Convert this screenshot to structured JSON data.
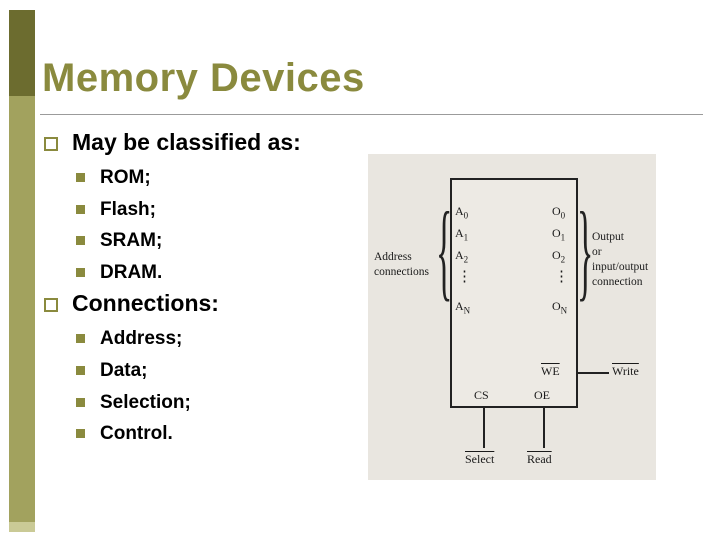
{
  "slide": {
    "title": "Memory Devices"
  },
  "content": {
    "items": [
      {
        "level": 1,
        "text": "May be classified as:"
      },
      {
        "level": 2,
        "text": "ROM;"
      },
      {
        "level": 2,
        "text": "Flash;"
      },
      {
        "level": 2,
        "text": "SRAM;"
      },
      {
        "level": 2,
        "text": "DRAM."
      },
      {
        "level": 1,
        "text": "Connections:"
      },
      {
        "level": 2,
        "text": "Address;"
      },
      {
        "level": 2,
        "text": "Data;"
      },
      {
        "level": 2,
        "text": "Selection;"
      },
      {
        "level": 2,
        "text": "Control."
      }
    ]
  },
  "diagram": {
    "address_label_line1": "Address",
    "address_label_line2": "connections",
    "output_label_lines": [
      "Output",
      "or",
      "input/output",
      "connection"
    ],
    "left_brace": "{",
    "right_brace": "}",
    "left_pins": [
      {
        "base": "A",
        "sub": "0"
      },
      {
        "base": "A",
        "sub": "1"
      },
      {
        "base": "A",
        "sub": "2"
      },
      {
        "base": "⋮",
        "sub": ""
      },
      {
        "base": "A",
        "sub": "N"
      }
    ],
    "right_pins": [
      {
        "base": "O",
        "sub": "0"
      },
      {
        "base": "O",
        "sub": "1"
      },
      {
        "base": "O",
        "sub": "2"
      },
      {
        "base": "⋮",
        "sub": ""
      },
      {
        "base": "O",
        "sub": "N"
      }
    ],
    "we_label": "WE",
    "write_label": "Write",
    "cs_label": "CS",
    "oe_label": "OE",
    "select_label": "Select",
    "read_label": "Read"
  },
  "colors": {
    "accent_olive": "#8a8a3e",
    "sidebar_dark": "#6c6c2f",
    "sidebar_light": "#a2a25e",
    "rule_gray": "#9b9b9b",
    "diagram_bg": "#e9e6e0"
  }
}
